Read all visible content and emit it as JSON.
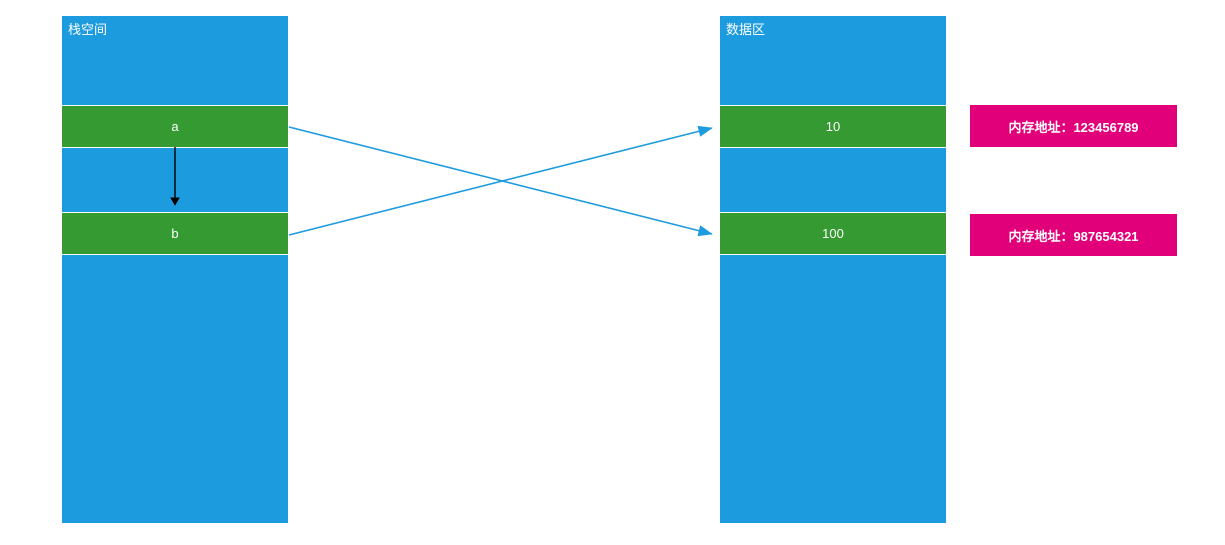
{
  "diagram": {
    "title_hidden": "",
    "background_color": "#ffffff",
    "colors": {
      "blue": "#1d9bdf",
      "green": "#359a32",
      "magenta": "#e1007a",
      "arrow_blue": "#1d9bdf",
      "arrow_black": "#000000",
      "text_white": "#ffffff"
    },
    "columns": [
      {
        "name": "stack",
        "label": "栈空间",
        "segments": [
          {
            "kind": "header",
            "fill": "blue",
            "text": "栈空间"
          },
          {
            "kind": "cell",
            "fill": "green",
            "text": "a"
          },
          {
            "kind": "gap",
            "fill": "blue",
            "text": ""
          },
          {
            "kind": "cell",
            "fill": "green",
            "text": "b"
          },
          {
            "kind": "gap",
            "fill": "blue",
            "text": ""
          }
        ]
      },
      {
        "name": "data",
        "label": "数据区",
        "segments": [
          {
            "kind": "header",
            "fill": "blue",
            "text": "数据区"
          },
          {
            "kind": "cell",
            "fill": "green",
            "text": "10"
          },
          {
            "kind": "gap",
            "fill": "blue",
            "text": ""
          },
          {
            "kind": "cell",
            "fill": "green",
            "text": "100"
          },
          {
            "kind": "gap",
            "fill": "blue",
            "text": ""
          }
        ]
      }
    ],
    "address_labels": [
      {
        "name": "address-1",
        "text": "内存地址：123456789"
      },
      {
        "name": "address-2",
        "text": "内存地址：987654321"
      }
    ],
    "connectors": [
      {
        "name": "a-to-100",
        "from": "stack.a",
        "to": "data.100",
        "color": "#1d9bdf"
      },
      {
        "name": "b-to-10",
        "from": "stack.b",
        "to": "data.10",
        "color": "#1d9bdf"
      },
      {
        "name": "a-to-b",
        "from": "stack.a",
        "to": "stack.b",
        "color": "#000000"
      }
    ]
  }
}
